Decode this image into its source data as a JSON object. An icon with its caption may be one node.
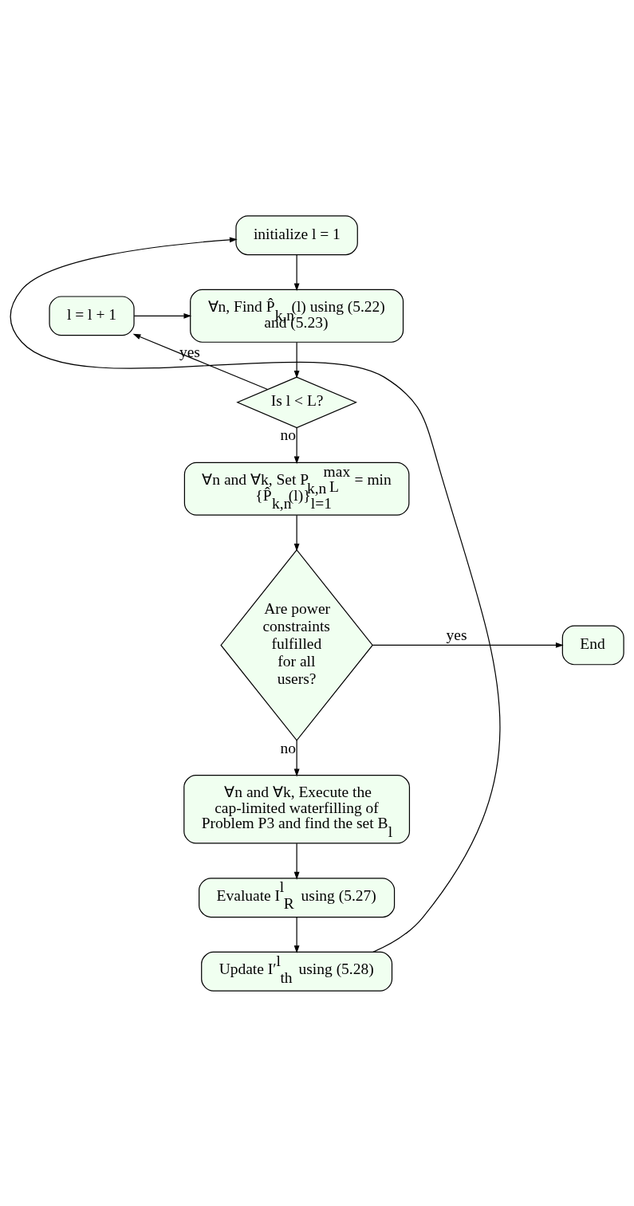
{
  "diagram": {
    "nodes": [
      {
        "text": [
          "initialize l = 1"
        ]
      },
      {
        "text": [
          "l = l + 1"
        ]
      },
      {
        "text": [
          "∀n, Find P̂$_{k,n}$(l) using (5.22) and (5.23)"
        ]
      },
      {
        "text": [
          "Is l < L?"
        ]
      },
      {
        "text": [
          "∀n and ∀k, Set P$_{k,n}$$^{max}$ = min {P̂$_{k,n}$(l)}$_{l=1}$$^{L}$"
        ]
      },
      {
        "text": [
          "End"
        ]
      },
      {
        "text": [
          "Are power constraints fulfilled for all users?"
        ]
      },
      {
        "text": [
          "∀n and ∀k, Execute the cap-limited waterfilling of Problem P3 and find the set B$_{l}$"
        ]
      },
      {
        "text": [
          "Evaluate I$^{l}$$_{R}$ using (5.27)"
        ]
      },
      {
        "text": [
          "Update I′$^{l}$$_{th}$ using (5.28)"
        ]
      }
    ],
    "edges": [
      {
        "from": 0,
        "to": 2,
        "arrow": "to"
      },
      {
        "from": 1,
        "to": 2,
        "arrow": "to"
      },
      {
        "from": 2,
        "to": 3,
        "arrow": "to"
      },
      {
        "from": 3,
        "to": 1,
        "arrow": "to",
        "label": "yes"
      },
      {
        "from": 3,
        "to": 4,
        "arrow": "to",
        "label": "no"
      },
      {
        "from": 4,
        "to": 6,
        "arrow": "to"
      },
      {
        "from": 6,
        "to": 5,
        "arrow": "to",
        "label": "yes"
      },
      {
        "from": 6,
        "to": 7,
        "arrow": "to",
        "label": "no"
      },
      {
        "from": 7,
        "to": 8,
        "arrow": "to"
      },
      {
        "from": 8,
        "to": 9,
        "arrow": "to"
      },
      {
        "from": 9,
        "to": 0,
        "arrow": "to"
      }
    ]
  }
}
